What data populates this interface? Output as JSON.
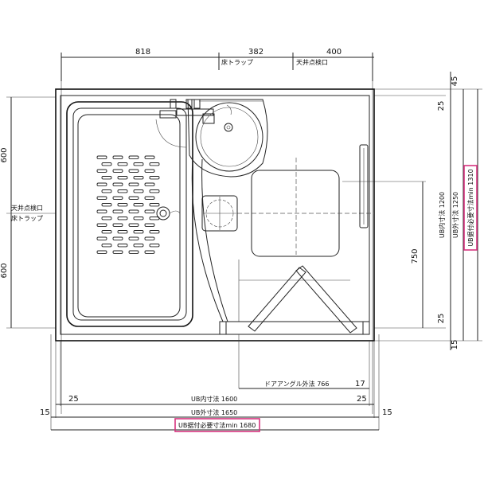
{
  "dimensions": {
    "top": {
      "d818": "818",
      "d382": "382",
      "d400": "400",
      "floor_trap": "床トラップ",
      "ceiling_hatch": "天井点検口"
    },
    "right": {
      "d45": "45",
      "d25a": "25",
      "d1200": "UB内寸法 1200",
      "d1250": "UB外寸法 1250",
      "d1310": "UB据付必要寸法min 1310",
      "d750": "750",
      "d25b": "25",
      "d15": "15"
    },
    "left": {
      "d600a": "600",
      "d600b": "600",
      "ceiling_hatch": "天井点検口",
      "floor_trap": "床トラップ"
    },
    "bottom": {
      "door_outer": "ドアアングル外法 766",
      "d17": "17",
      "d25a": "25",
      "inner": "UB内寸法 1600",
      "d25b": "25",
      "d15a": "15",
      "outer": "UB外寸法 1650",
      "d15b": "15",
      "required": "UB据付必要寸法min 1680"
    }
  },
  "colors": {
    "highlight": "#d6337f",
    "line": "#222222"
  }
}
